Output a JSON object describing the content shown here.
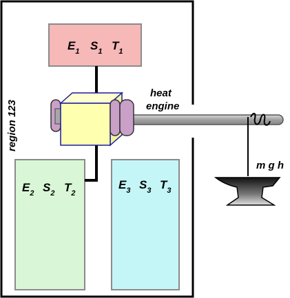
{
  "region_label": "region 123",
  "engine_label": {
    "line1": "heat",
    "line2": "engine"
  },
  "weight_label": "m g h",
  "reservoirs": {
    "r1": {
      "E": "E",
      "E_sub": "1",
      "S": "S",
      "S_sub": "1",
      "T": "T",
      "T_sub": "1",
      "color": "#f7b8b8"
    },
    "r2": {
      "E": "E",
      "E_sub": "2",
      "S": "S",
      "S_sub": "2",
      "T": "T",
      "T_sub": "2",
      "color": "#d9f7d6"
    },
    "r3": {
      "E": "E",
      "E_sub": "3",
      "S": "S",
      "S_sub": "3",
      "T": "T",
      "T_sub": "3",
      "color": "#c4f6f8"
    }
  },
  "colors": {
    "engine_cube_front": "#ffffb0",
    "engine_cube_edge": "#1a1aa0",
    "disk": "#c9a0c8",
    "shaft": "#a8a8a8",
    "anvil_dark": "#222222",
    "anvil_light": "#dddddd"
  }
}
